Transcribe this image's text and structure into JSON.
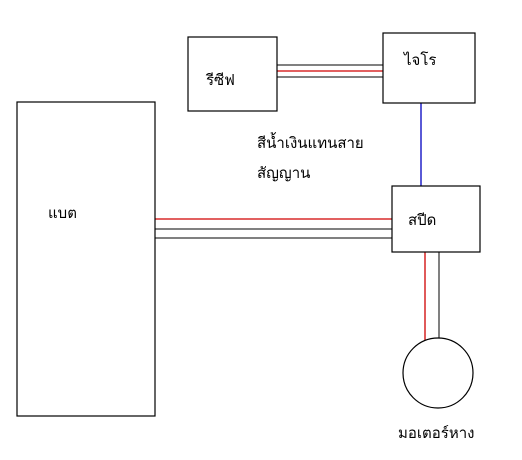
{
  "diagram": {
    "labels": {
      "battery": "แบต",
      "receiver": "รีซีฟ",
      "gyro": "ไจโร",
      "speed_controller": "สปีด",
      "motor": "มอเตอร์หาง",
      "note_line1": "สีน้ำเงินแทนสาย",
      "note_line2": "สัญญาน"
    },
    "colors": {
      "outline": "#000000",
      "power_wire": "#d00000",
      "signal_wire": "#0000c0",
      "background": "#ffffff"
    }
  }
}
